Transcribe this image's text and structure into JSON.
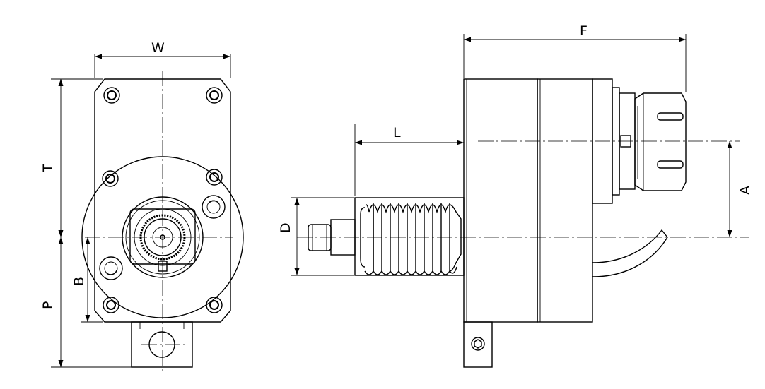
{
  "dimensions": {
    "W": "W",
    "T": "T",
    "P": "P",
    "B": "B",
    "D": "D",
    "L": "L",
    "F": "F",
    "A": "A"
  },
  "colors": {
    "line": "#000000",
    "background": "#ffffff"
  }
}
